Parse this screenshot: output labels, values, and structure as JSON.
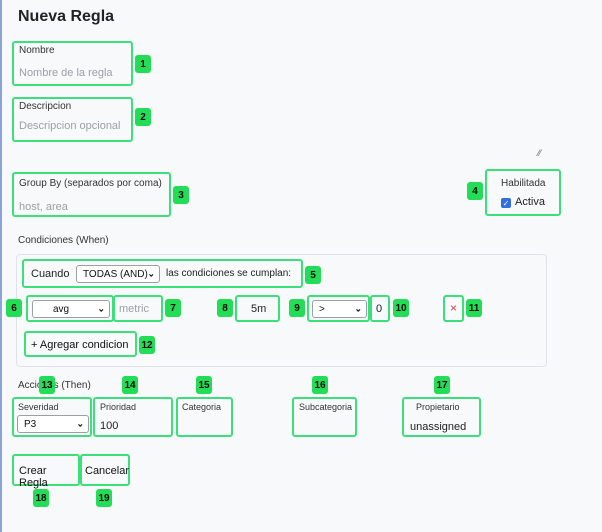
{
  "page": {
    "title": "Nueva Regla"
  },
  "form": {
    "name": {
      "label": "Nombre",
      "placeholder": "Nombre de la regla"
    },
    "description": {
      "label": "Descripcion",
      "placeholder": "Descripcion opcional"
    },
    "group_by": {
      "label": "Group By (separados por coma)",
      "placeholder": "host, area"
    },
    "enabled": {
      "label": "Habilitada",
      "checkbox_label": "Activa",
      "checked": true
    }
  },
  "conditions": {
    "section_label": "Condiciones (When)",
    "prefix": "Cuando",
    "match_mode": "TODAS (AND)",
    "suffix": "las condiciones se cumplan:",
    "row": {
      "aggregation": "avg",
      "metric_placeholder": "metric",
      "window": "5m",
      "operator": ">",
      "threshold": "0",
      "remove_symbol": "×"
    },
    "add_button": "+ Agregar condicion"
  },
  "actions": {
    "section_label": "Acciones (Then)",
    "severity": {
      "label": "Severidad",
      "value": "P3"
    },
    "priority": {
      "label": "Prioridad",
      "value": "100"
    },
    "category": {
      "label": "Categoria",
      "value": ""
    },
    "subcategory": {
      "label": "Subcategoria",
      "value": ""
    },
    "owner": {
      "label": "Propietario",
      "value": "unassigned"
    }
  },
  "buttons": {
    "create": "Crear Regla",
    "cancel": "Cancelar"
  },
  "badges": [
    "1",
    "2",
    "3",
    "4",
    "5",
    "6",
    "7",
    "8",
    "9",
    "10",
    "11",
    "12",
    "13",
    "14",
    "15",
    "16",
    "17",
    "18",
    "19"
  ],
  "colors": {
    "highlight": "#3ce07a",
    "badge": "#22dd55",
    "checkbox": "#2f6fe0",
    "remove": "#e53935"
  }
}
